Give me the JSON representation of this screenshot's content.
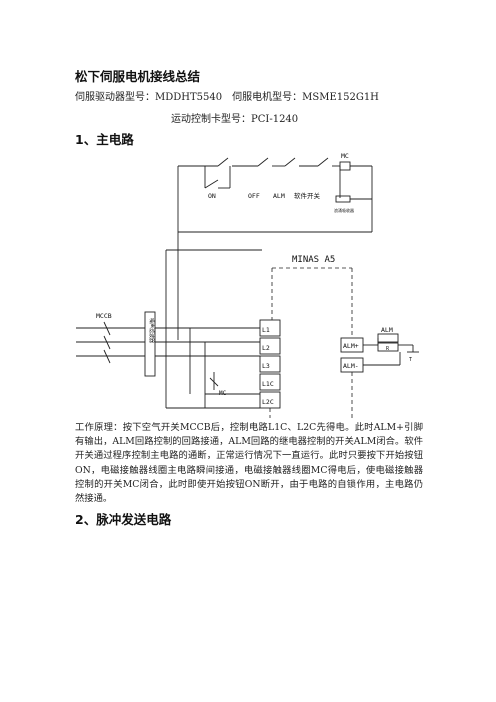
{
  "doc": {
    "title": "松下伺服电机接线总结",
    "meta_line1": "伺服驱动器型号：MDDHT5540　伺服电机型号：MSME152G1H",
    "meta_line2": "运动控制卡型号：PCI-1240",
    "section1": "1、主电路",
    "section2": "2、脉冲发送电路",
    "paragraph": "工作原理：按下空气开关MCCB后，控制电路L1C、L2C先得电。此时ALM+引脚有输出，ALM回路控制的回路接通，ALM回路的继电器控制的开关ALM闭合。软件开关通过程序控制主电路的通断，正常运行情况下一直运行。此时只要按下开始按钮ON，电磁接触器线圈主电路瞬间接通，电磁接触器线圈MC得电后，使电磁接触器控制的开关MC闭合，此时即使开始按钮ON断开，由于电路的自锁作用，主电路仍然接通。"
  },
  "diagram": {
    "labels": {
      "on": "ON",
      "off": "OFF",
      "alm_switch": "ALM",
      "software_switch": "软件开关",
      "mc_top": "MC",
      "surge": "浪涌吸收器",
      "minas": "MINAS A5",
      "mccb": "MCCB",
      "filter": "噪声滤波器",
      "l1": "L1",
      "l2": "L2",
      "l3": "L3",
      "l1c": "L1C",
      "l2c": "L2C",
      "mc_bottom": "MC",
      "alm_plus": "ALM+",
      "alm_minus": "ALM-",
      "alm_relay": "ALM",
      "relay_r": "R",
      "ground": "T"
    }
  }
}
